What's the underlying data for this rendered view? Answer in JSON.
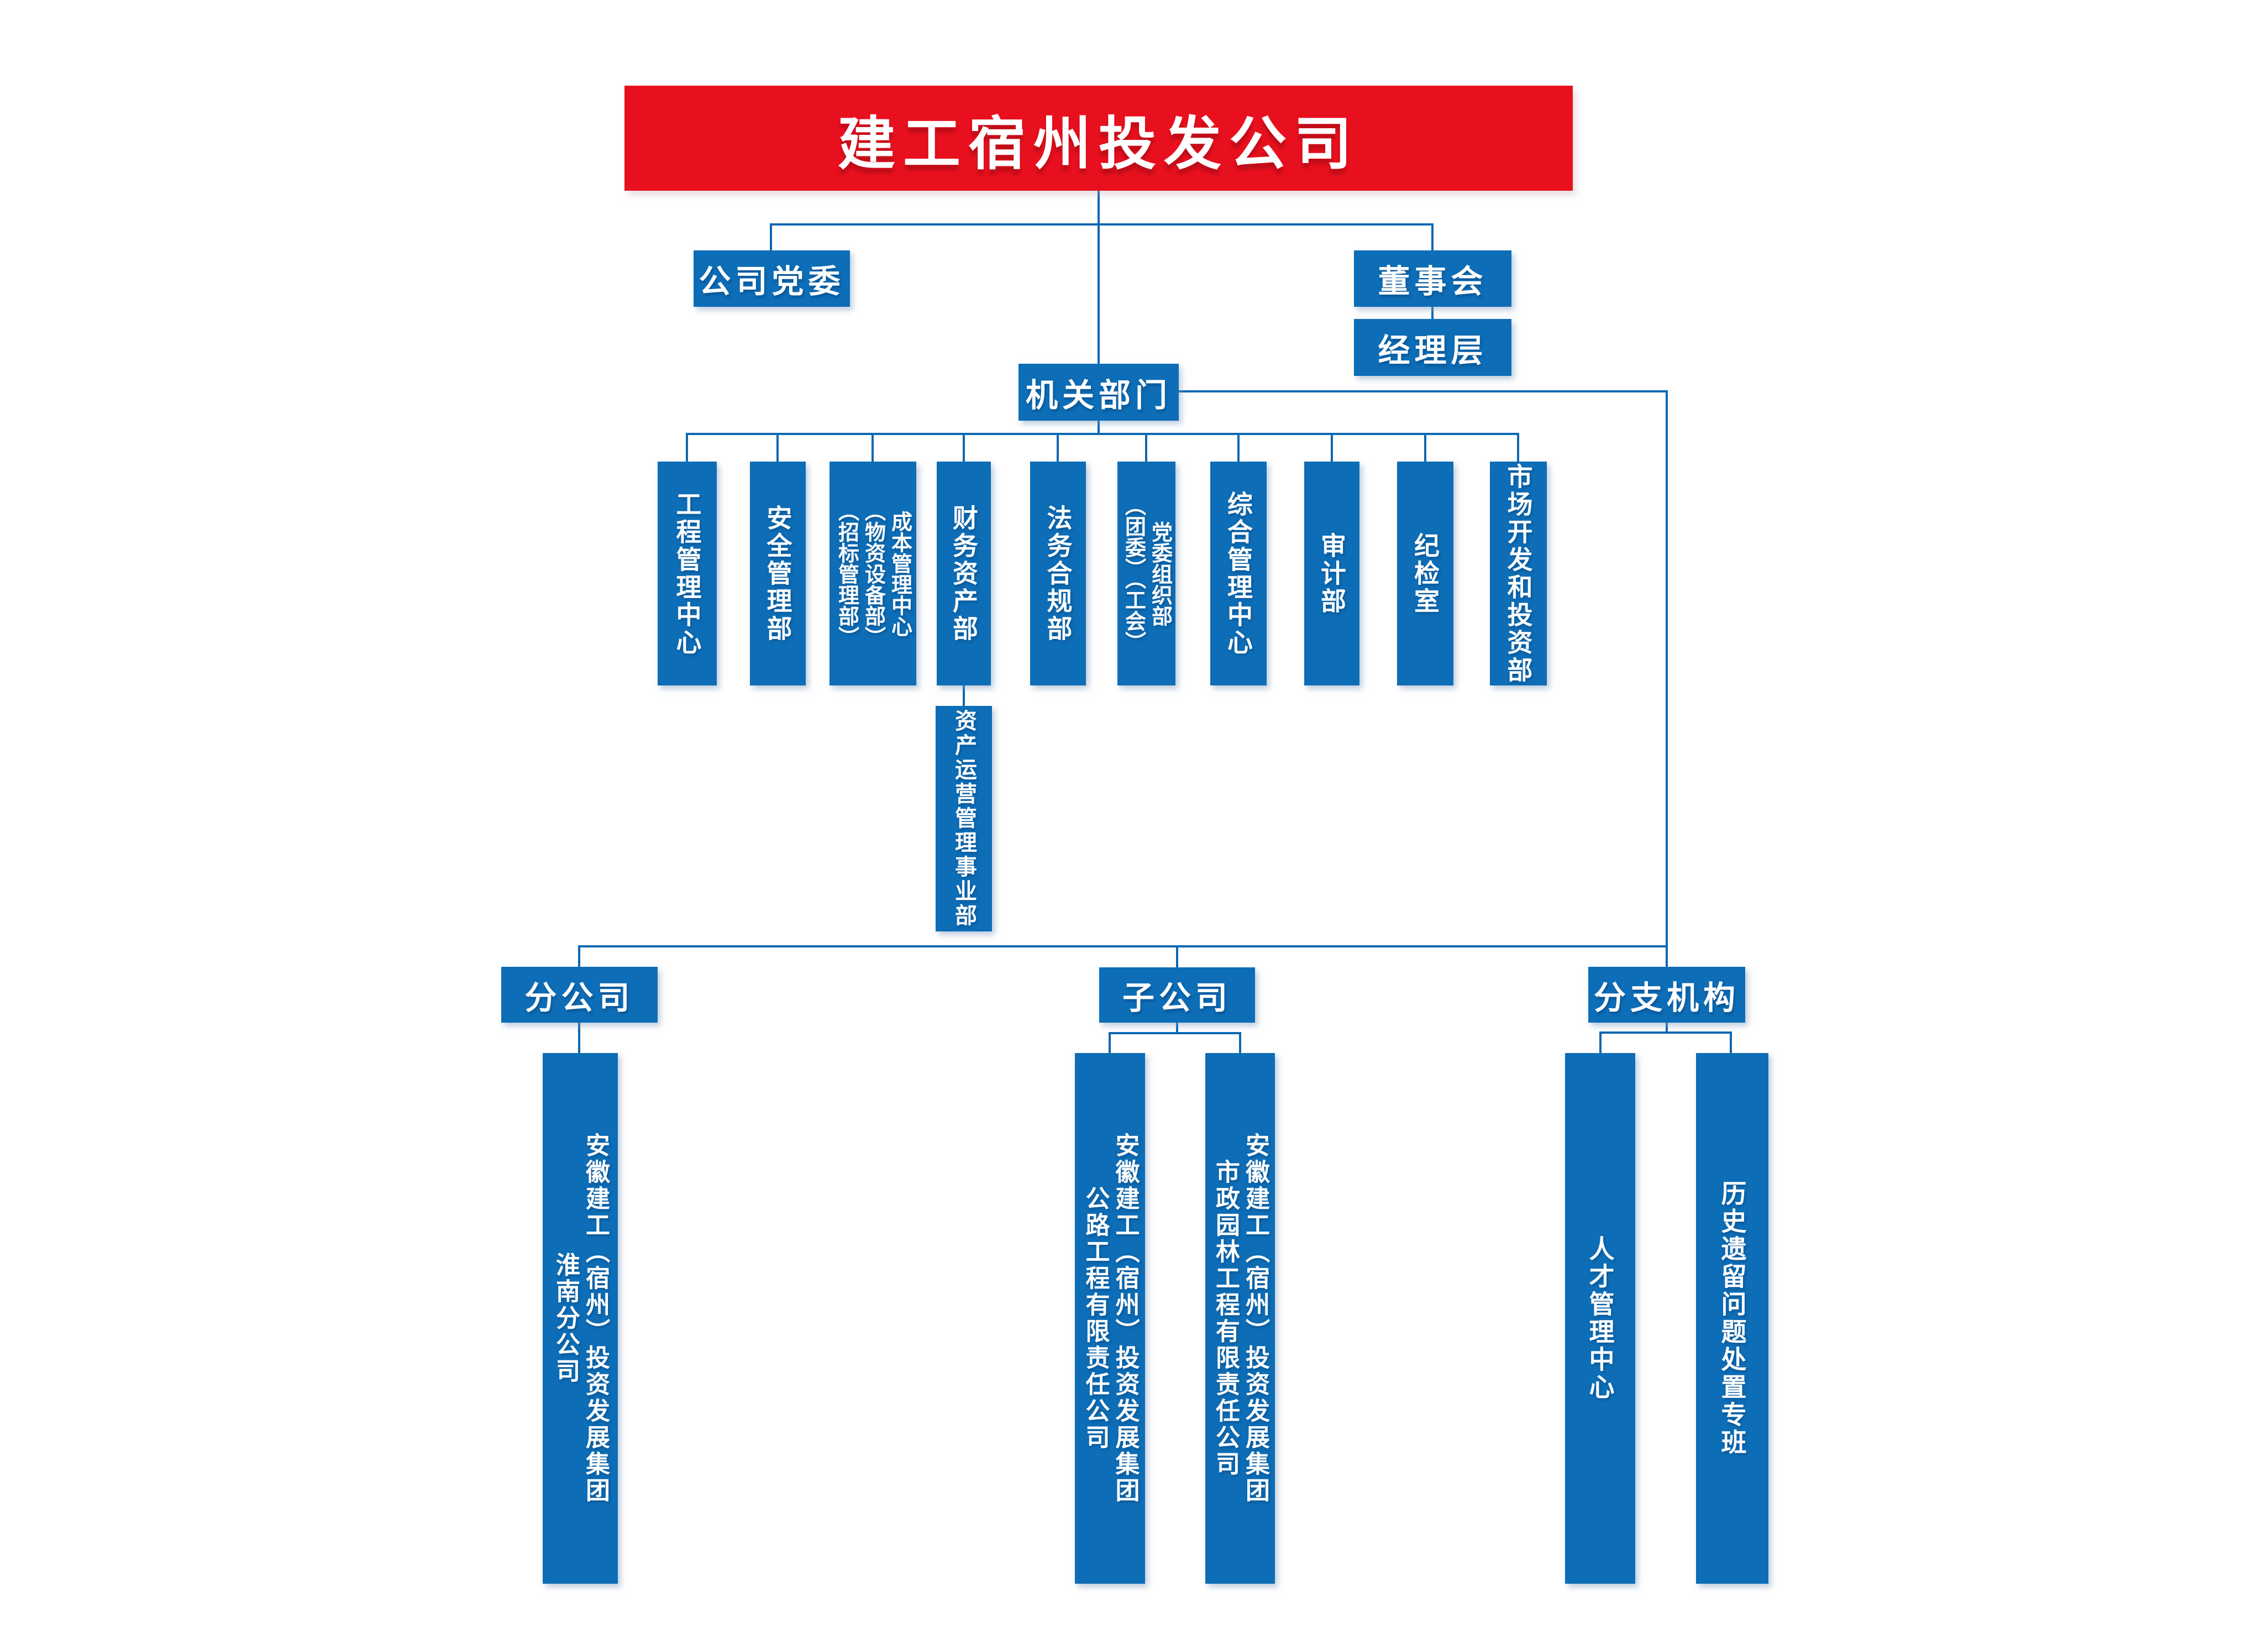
{
  "title": {
    "label": "建工宿州投发公司"
  },
  "level2": {
    "party": "公司党委",
    "board": "董事会",
    "managers": "经理层",
    "hq": "机关部门"
  },
  "departments": [
    {
      "columns": [
        "工程管理中心"
      ]
    },
    {
      "columns": [
        "安全管理部"
      ]
    },
    {
      "columns": [
        "成本管理中心",
        "（物资设备部）",
        "（招标管理部）"
      ]
    },
    {
      "columns": [
        "财务资产部"
      ]
    },
    {
      "columns": [
        "法务合规部"
      ]
    },
    {
      "columns": [
        "党委组织部",
        "（团委）（工会）"
      ]
    },
    {
      "columns": [
        "综合管理中心"
      ]
    },
    {
      "columns": [
        "审计部"
      ]
    },
    {
      "columns": [
        "纪检室"
      ]
    },
    {
      "columns": [
        "市场开发和投资部"
      ]
    }
  ],
  "asset_division": {
    "columns": [
      "资产运营管理事业部"
    ]
  },
  "branch_groups": {
    "branch_company": {
      "label": "分公司"
    },
    "subsidiary_company": {
      "label": "子公司"
    },
    "branch_org": {
      "label": "分支机构"
    }
  },
  "subsidiaries": {
    "huainan": {
      "columns": [
        "安徽建工（宿州）投资发展集团",
        "淮南分公司"
      ]
    },
    "highway": {
      "columns": [
        "安徽建工（宿州）投资发展集团",
        "公路工程有限责任公司"
      ]
    },
    "municipal": {
      "columns": [
        "安徽建工（宿州）投资发展集团",
        "市政园林工程有限责任公司"
      ]
    },
    "talent": {
      "columns": [
        "人才管理中心"
      ]
    },
    "legacy": {
      "columns": [
        "历史遗留问题处置专班"
      ]
    }
  },
  "colors": {
    "banner_red": "#e8101e",
    "node_blue": "#0d6db6",
    "line_blue": "#0c68b2"
  }
}
